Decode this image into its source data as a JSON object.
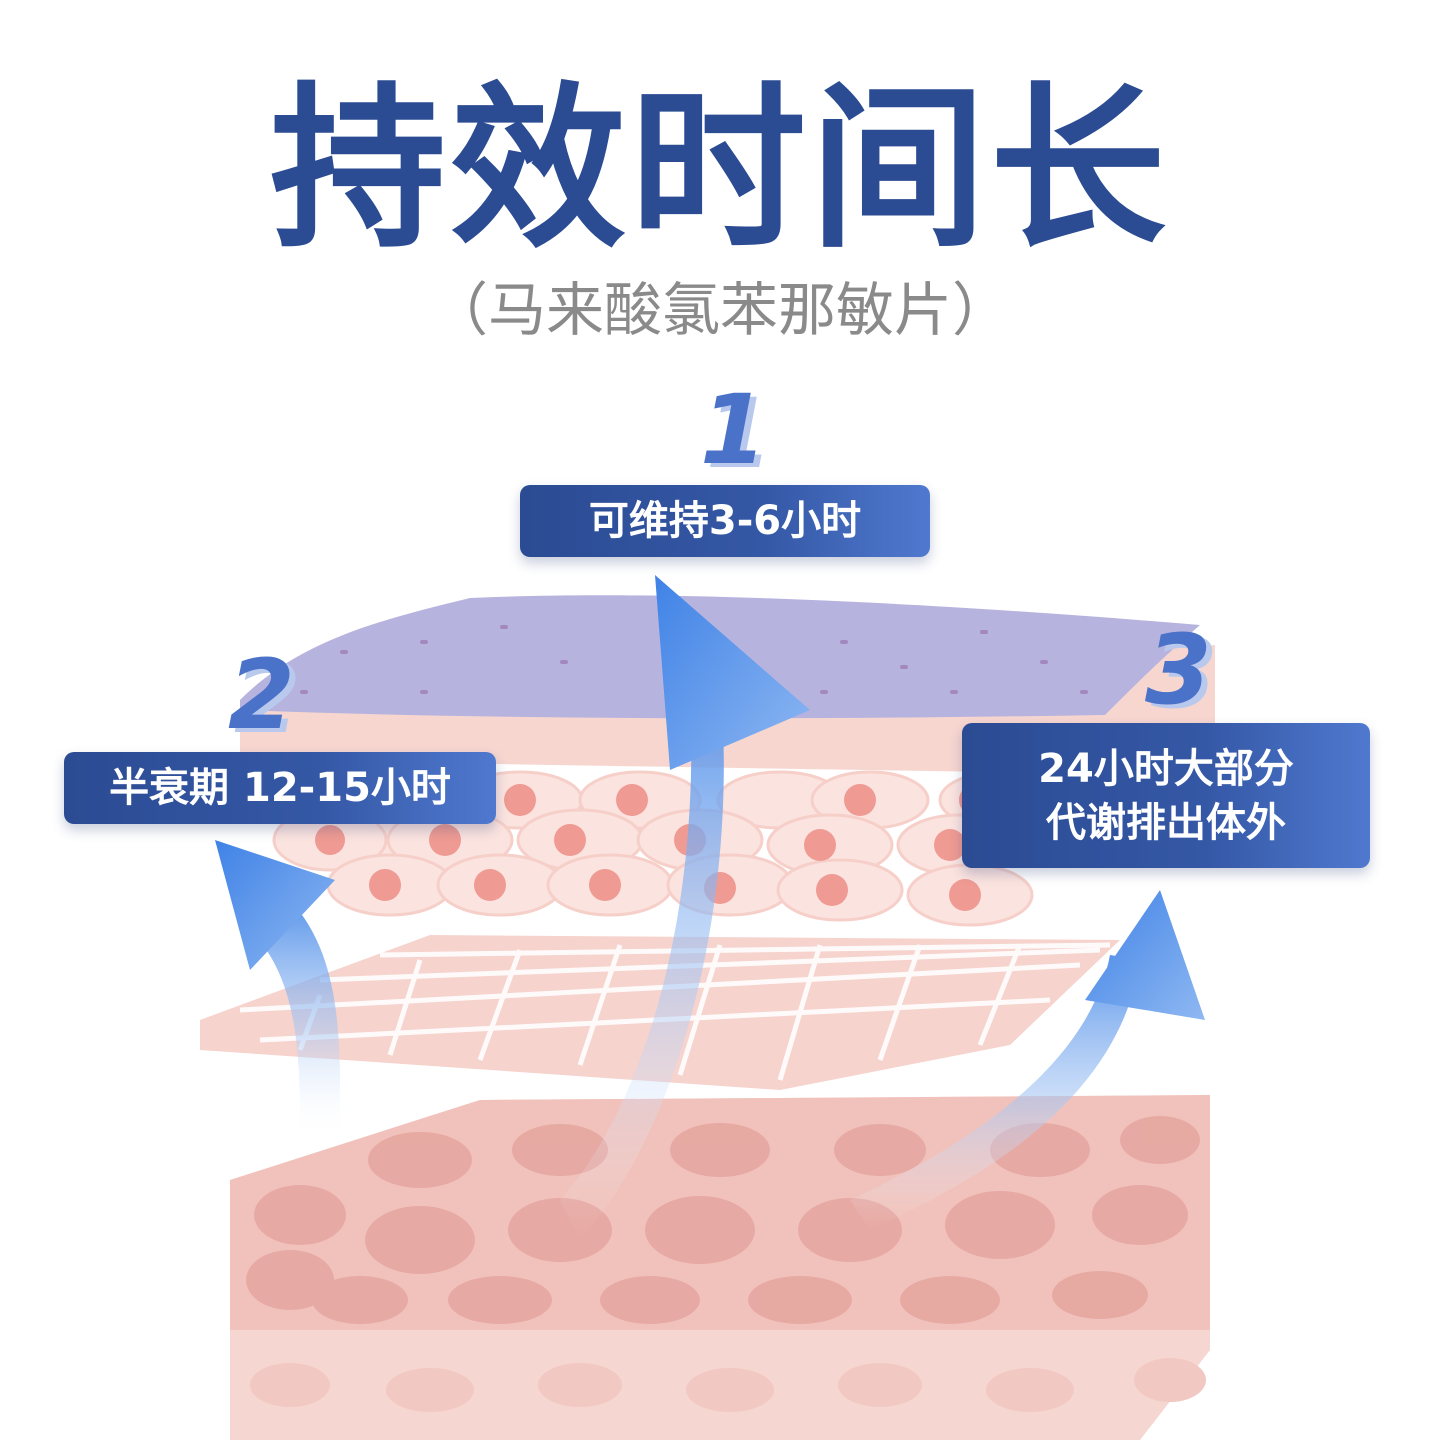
{
  "title": "持效时间长",
  "subtitle": "（马来酸氯苯那敏片）",
  "steps": [
    {
      "number": "1",
      "label": "可维持3-6小时"
    },
    {
      "number": "2",
      "label": "半衰期 12-15小时"
    },
    {
      "number": "3",
      "label_lines": [
        "24小时大部分",
        "代谢排出体外"
      ]
    }
  ],
  "colors": {
    "title": "#2b4b93",
    "subtitle": "#8a8a8a",
    "label_bg": "#2b4b93",
    "arrow": "#5b93ea",
    "skin_top": "#b4b2de",
    "skin": "#f2c4be"
  }
}
